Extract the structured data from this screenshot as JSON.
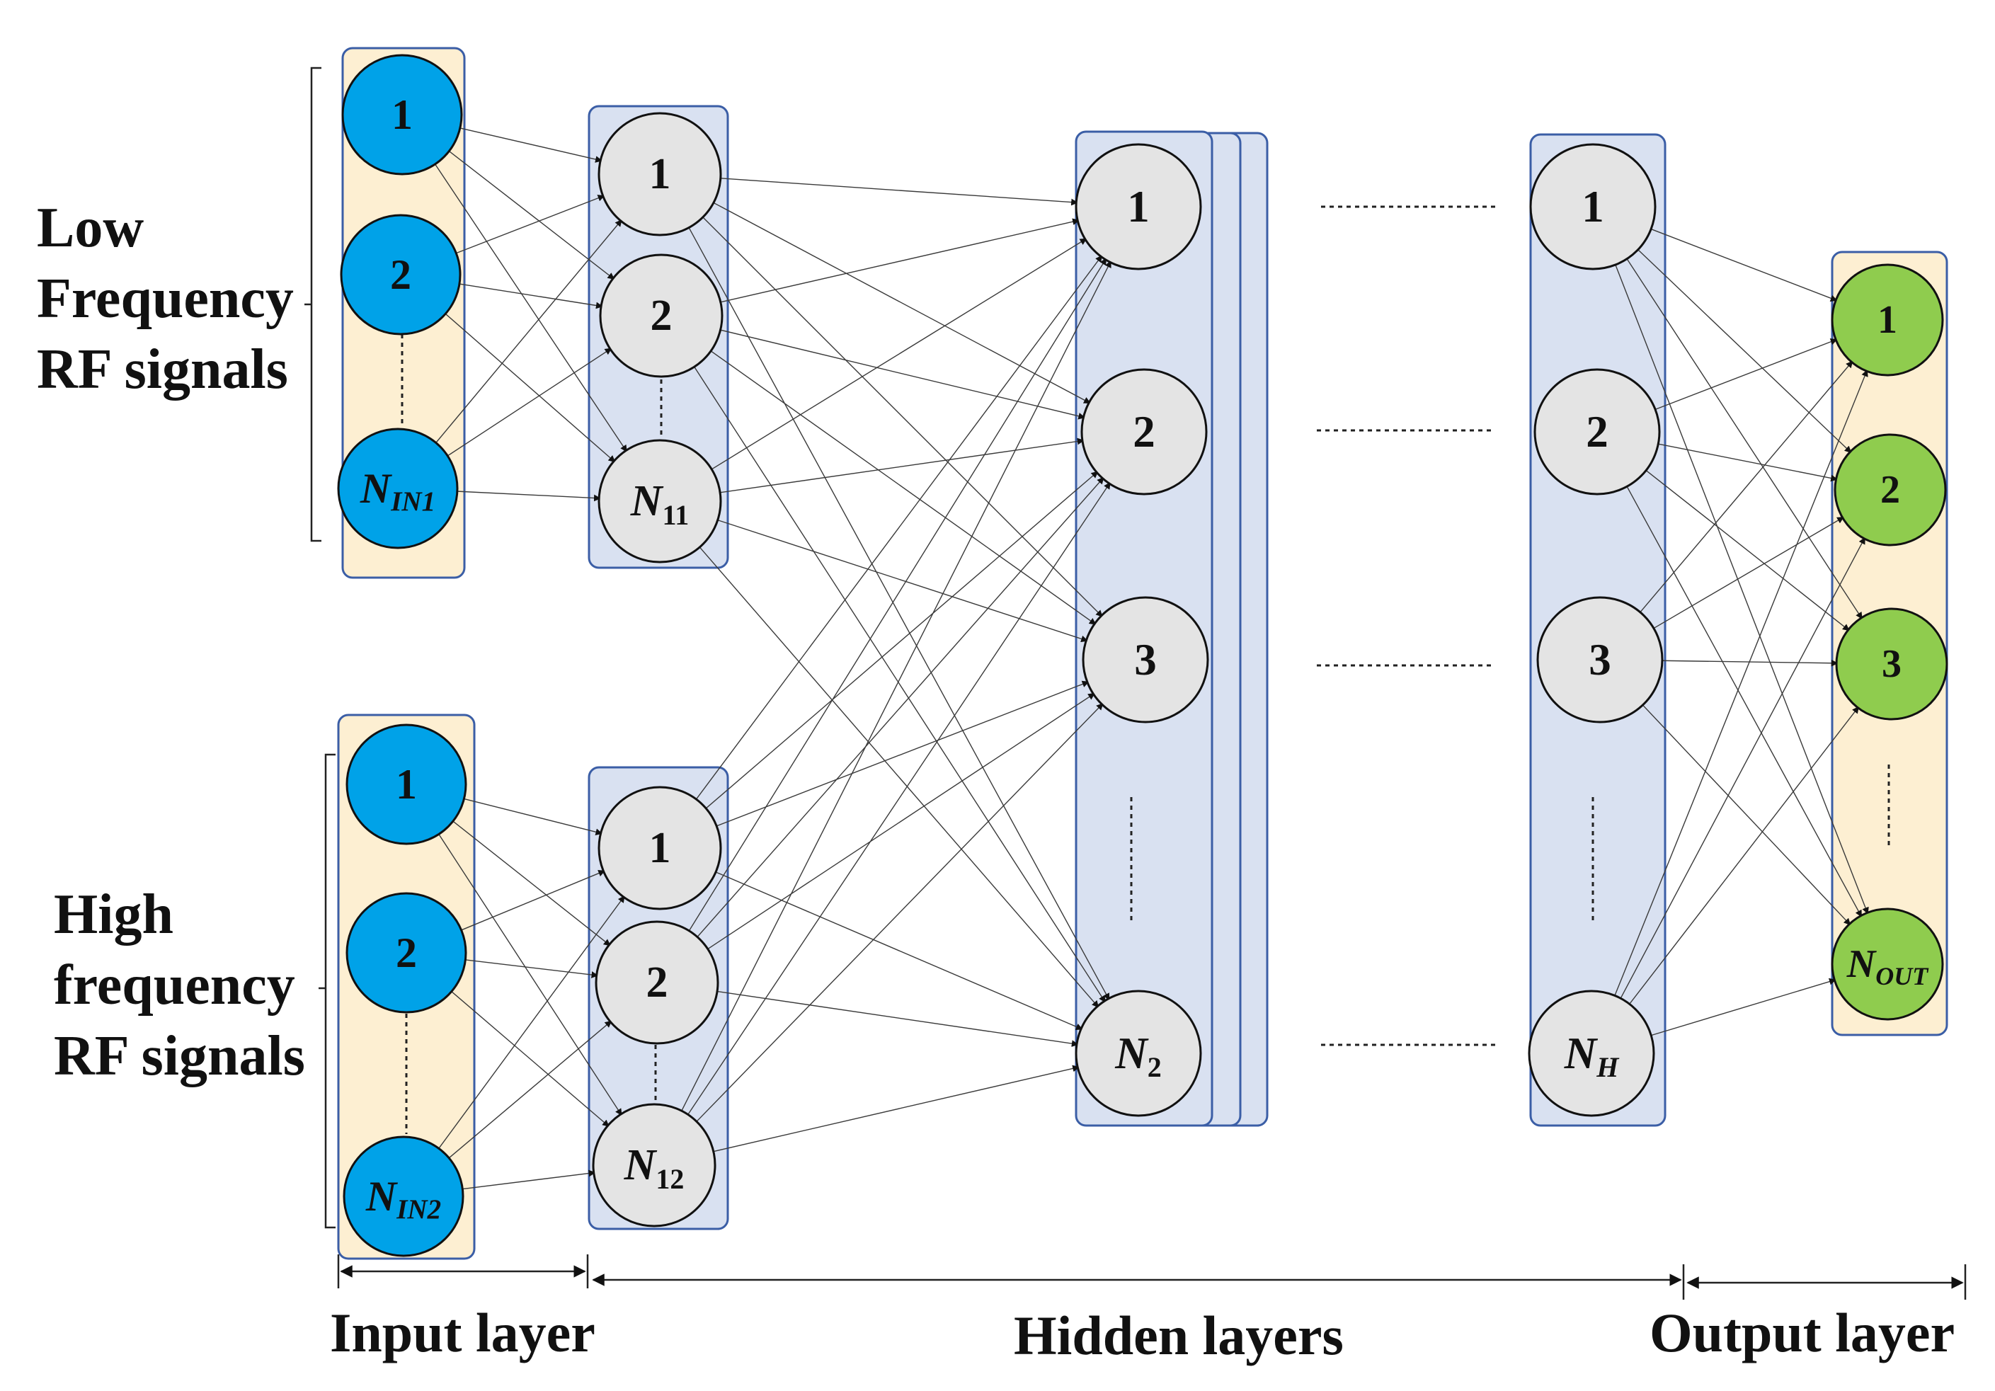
{
  "labels": {
    "low_group": [
      "Low",
      "Frequency",
      "RF signals"
    ],
    "high_group": [
      "High",
      "frequency",
      "RF signals"
    ],
    "input_layer": "Input layer",
    "hidden_layers": "Hidden layers",
    "output_layer": "Output layer"
  },
  "nodes": {
    "in1": [
      "1",
      "2"
    ],
    "in1_last": {
      "base": "N",
      "sub": "IN1"
    },
    "in2": [
      "1",
      "2"
    ],
    "in2_last": {
      "base": "N",
      "sub": "IN2"
    },
    "h11": [
      "1",
      "2"
    ],
    "h11_last": {
      "base": "N",
      "sub": "11"
    },
    "h12": [
      "1",
      "2"
    ],
    "h12_last": {
      "base": "N",
      "sub": "12"
    },
    "h2": [
      "1",
      "2",
      "3"
    ],
    "h2_last": {
      "base": "N",
      "sub": "2"
    },
    "hH": [
      "1",
      "2",
      "3"
    ],
    "hH_last": {
      "base": "N",
      "sub": "H"
    },
    "out": [
      "1",
      "2",
      "3"
    ],
    "out_last": {
      "base": "N",
      "sub": "OUT"
    }
  },
  "colors": {
    "input_node": "#00a2e8",
    "hidden_node": "#e4e4e4",
    "output_node": "#8fcc4e",
    "input_panel": "#fdefd2",
    "hidden_panel": "#d9e1f1",
    "panel_border": "#3b5ea6"
  }
}
